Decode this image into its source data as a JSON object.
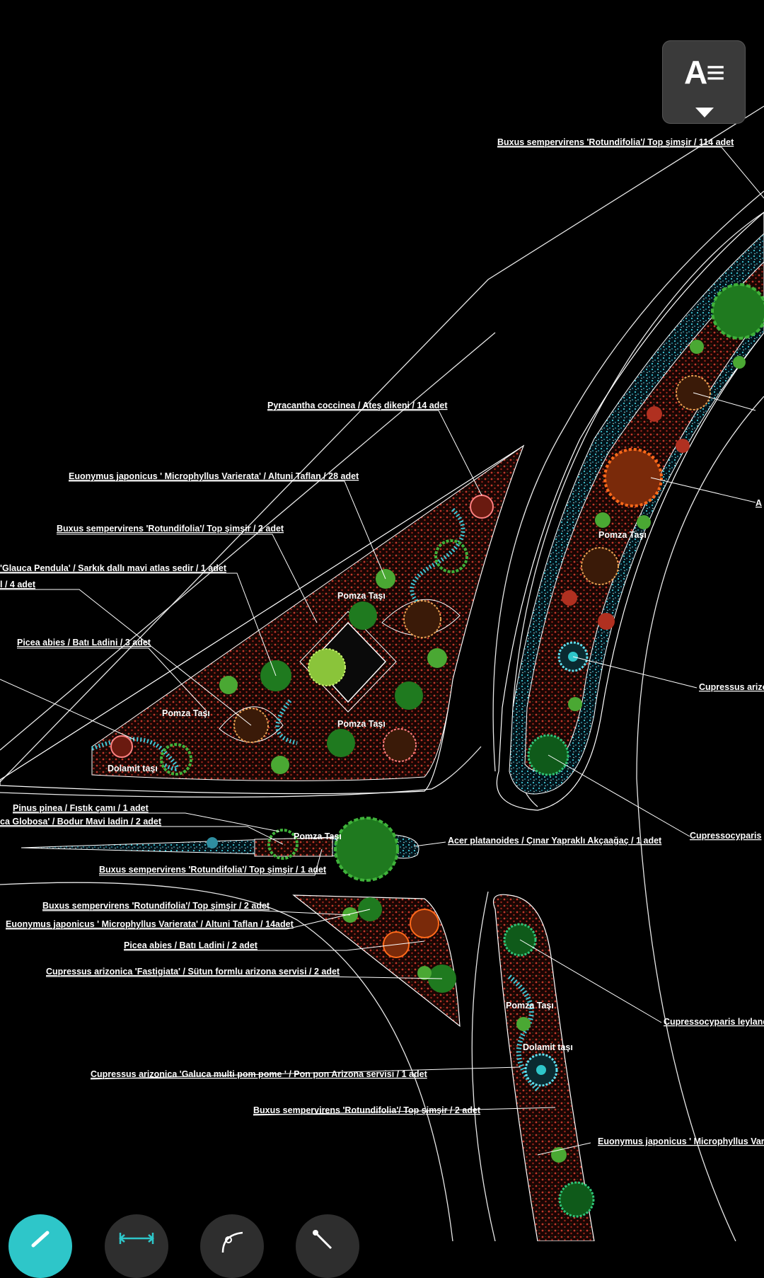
{
  "toolbar": {
    "text_style_button": {
      "icon": "text-align-icon",
      "glyph": "A≡"
    },
    "tools": [
      {
        "name": "pencil-icon",
        "active": true
      },
      {
        "name": "dimension-icon",
        "active": false
      },
      {
        "name": "arc-icon",
        "active": false
      },
      {
        "name": "leader-icon",
        "active": false
      }
    ]
  },
  "colors": {
    "background": "#000000",
    "accent": "#2ec6c9",
    "line": "#ffffff",
    "fill_dots": "#c0392b",
    "pebbles": "#3fc7d6",
    "plant_green": "#3fb23a"
  },
  "labels": [
    "Buxus sempervirens 'Rotundifolia'/ Top şimşir / 114 adet",
    "Pyracantha coccinea / Ateş dikeni / 14 adet",
    "Euonymus japonicus ' Microphyllus Varierata' / Altuni Taflan / 28 adet",
    "Buxus sempervirens 'Rotundifolia'/ Top şimşir / 2 adet",
    "'Glauca Pendula' / Sarkık dallı mavi atlas sedir / 1 adet",
    "l / 4 adet",
    "Picea abies  / Batı Ladini / 3 adet",
    "Pinus pinea / Fıstık çamı / 1 adet",
    "ca Globosa' / Bodur Mavi ladin / 2 adet",
    "Acer platanoides  / Çınar  Yapraklı Akçaağaç / 1 adet",
    "Buxus sempervirens 'Rotundifolia'/ Top şimşir / 1 adet",
    "Buxus sempervirens 'Rotundifolia'/ Top şimşir / 2 adet",
    "Euonymus japonicus ' Microphyllus Varierata' / Altuni Taflan / 14adet",
    "Picea abies  / Batı Ladini / 2 adet",
    "Cupressus arizonica 'Fastigiata' / Sütun formlu arizona servisi / 2 adet",
    "Cupressus arizonica 'Galuca multi pom pome ' / Pon pon Arizona servisi / 1 adet",
    "Buxus sempervirens 'Rotundifolia'/ Top şimşir / 2 adet",
    "Euonymus japonicus ' Microphyllus Varien",
    "Cupressus arizo",
    "Cupressocyparis",
    "Cupressocyparis   leyland",
    "A"
  ],
  "zones": [
    "Pomza Taşı",
    "Pomza Taşı",
    "Pomza Taşı",
    "Pomza Taşı",
    "Pomza Taşı",
    "Dolamit taşı",
    "Pomza Taşı",
    "Dolamit taşı"
  ]
}
